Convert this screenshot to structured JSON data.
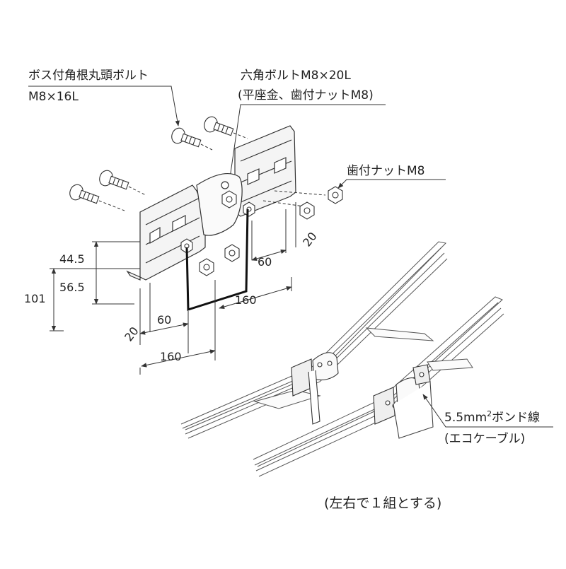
{
  "labels": {
    "boss_bolt_line1": "ボス付角根丸頭ボルト",
    "boss_bolt_line2": "M8×16L",
    "hex_bolt_line1": "六角ボルトM8×20L",
    "hex_bolt_line2": "(平座金、歯付ナットM8)",
    "toothed_nut": "歯付ナットM8",
    "bond_wire_line1_a": "5.5mm",
    "bond_wire_line1_sup": "2",
    "bond_wire_line1_b": "ボンド線",
    "bond_wire_line2": "(エコケーブル)",
    "set_note": "(左右で１組とする)"
  },
  "dimensions": {
    "h_top": "44.5",
    "h_bottom": "56.5",
    "h_total": "101",
    "left_20": "20",
    "left_60": "60",
    "left_160": "160",
    "right_20": "20",
    "right_60": "60",
    "right_160": "160"
  },
  "colors": {
    "line": "#333333",
    "wire": "#111111",
    "plate_fill": "#f4f4f4"
  }
}
